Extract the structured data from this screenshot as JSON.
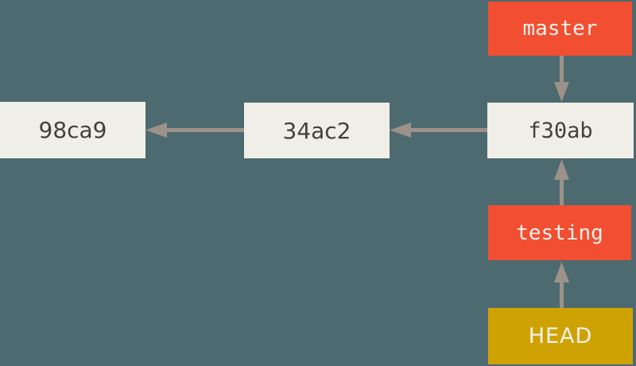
{
  "diagram": {
    "title": "git branch pointers diagram",
    "background_color": "#4e6a71",
    "arrow_color": "#9c9289",
    "commits": [
      {
        "id": "98ca9",
        "fill": "#f0efe7",
        "text_color": "#46403a"
      },
      {
        "id": "34ac2",
        "fill": "#f0efe7",
        "text_color": "#46403a"
      },
      {
        "id": "f30ab",
        "fill": "#f0efe7",
        "text_color": "#46403a"
      }
    ],
    "branches": [
      {
        "name": "master",
        "fill": "#f14e32",
        "text_color": "#f4f1ec",
        "points_to": "f30ab"
      },
      {
        "name": "testing",
        "fill": "#f14e32",
        "text_color": "#f4f1ec",
        "points_to": "f30ab"
      }
    ],
    "head": {
      "name": "HEAD",
      "fill": "#cfa204",
      "text_color": "#f4f1ec",
      "points_to": "testing"
    },
    "edges": [
      {
        "from": "f30ab",
        "to": "34ac2",
        "direction": "left"
      },
      {
        "from": "34ac2",
        "to": "98ca9",
        "direction": "left"
      },
      {
        "from": "master",
        "to": "f30ab",
        "direction": "down"
      },
      {
        "from": "testing",
        "to": "f30ab",
        "direction": "up"
      },
      {
        "from": "HEAD",
        "to": "testing",
        "direction": "up"
      }
    ]
  }
}
